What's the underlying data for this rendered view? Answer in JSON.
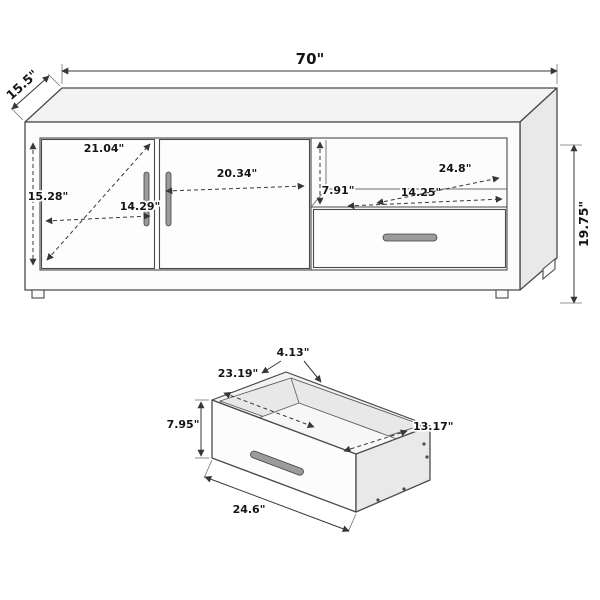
{
  "diagram": {
    "units": "inches",
    "console": {
      "overall_width": "70\"",
      "overall_depth": "15.5\"",
      "overall_height": "19.75\"",
      "cabinet_diagonal": "21.04\"",
      "cabinet_interior_height": "15.28\"",
      "left_door_width": "14.29\"",
      "center_door_width": "20.34\"",
      "shelf_opening_height": "7.91\"",
      "shelf_opening_width": "14.25\"",
      "shelf_diagonal": "24.8\""
    },
    "drawer": {
      "rail_height": "4.13\"",
      "interior_width": "23.19\"",
      "interior_depth": "13.17\"",
      "front_height": "7.95\"",
      "front_width": "24.6\""
    }
  }
}
